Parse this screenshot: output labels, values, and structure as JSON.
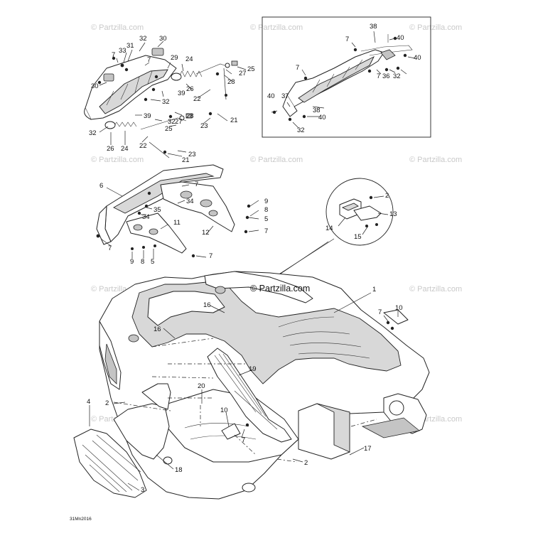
{
  "watermark": {
    "text": "© Partzilla.com",
    "center_text": "© Partzilla.com"
  },
  "drawing_code": "31Mn2016",
  "callouts": {
    "c1": "1",
    "c2a": "2",
    "c2b": "2",
    "c2c": "2",
    "c3": "3",
    "c4": "4",
    "c5a": "5",
    "c5b": "5",
    "c6": "6",
    "c7a": "7",
    "c7b": "7",
    "c7c": "7",
    "c7d": "7",
    "c7e": "7",
    "c7f": "7",
    "c7g": "7",
    "c7h": "7",
    "c7i": "7",
    "c7j": "7",
    "c8a": "8",
    "c8b": "8",
    "c9a": "9",
    "c9b": "9",
    "c10a": "10",
    "c10b": "10",
    "c11": "11",
    "c12": "12",
    "c13": "13",
    "c14": "14",
    "c15": "15",
    "c16a": "16",
    "c16b": "16",
    "c17": "17",
    "c18": "18",
    "c19": "19",
    "c20": "20",
    "c21a": "21",
    "c21b": "21",
    "c22a": "22",
    "c22b": "22",
    "c23a": "23",
    "c23b": "23",
    "c24a": "24",
    "c24b": "24",
    "c25a": "25",
    "c25b": "25",
    "c26a": "26",
    "c26b": "26",
    "c27a": "27",
    "c27b": "27",
    "c28a": "28",
    "c28b": "28",
    "c29": "29",
    "c30a": "30",
    "c30b": "30",
    "c31": "31",
    "c32a": "32",
    "c32b": "32",
    "c32c": "32",
    "c32d": "32",
    "c32e": "32",
    "c33": "33",
    "c34a": "34",
    "c34b": "34",
    "c35": "35",
    "c36": "36",
    "c37": "37",
    "c38a": "38",
    "c38b": "38",
    "c39a": "39",
    "c39b": "39",
    "c40a": "40",
    "c40b": "40",
    "c40c": "40",
    "c40d": "40"
  }
}
